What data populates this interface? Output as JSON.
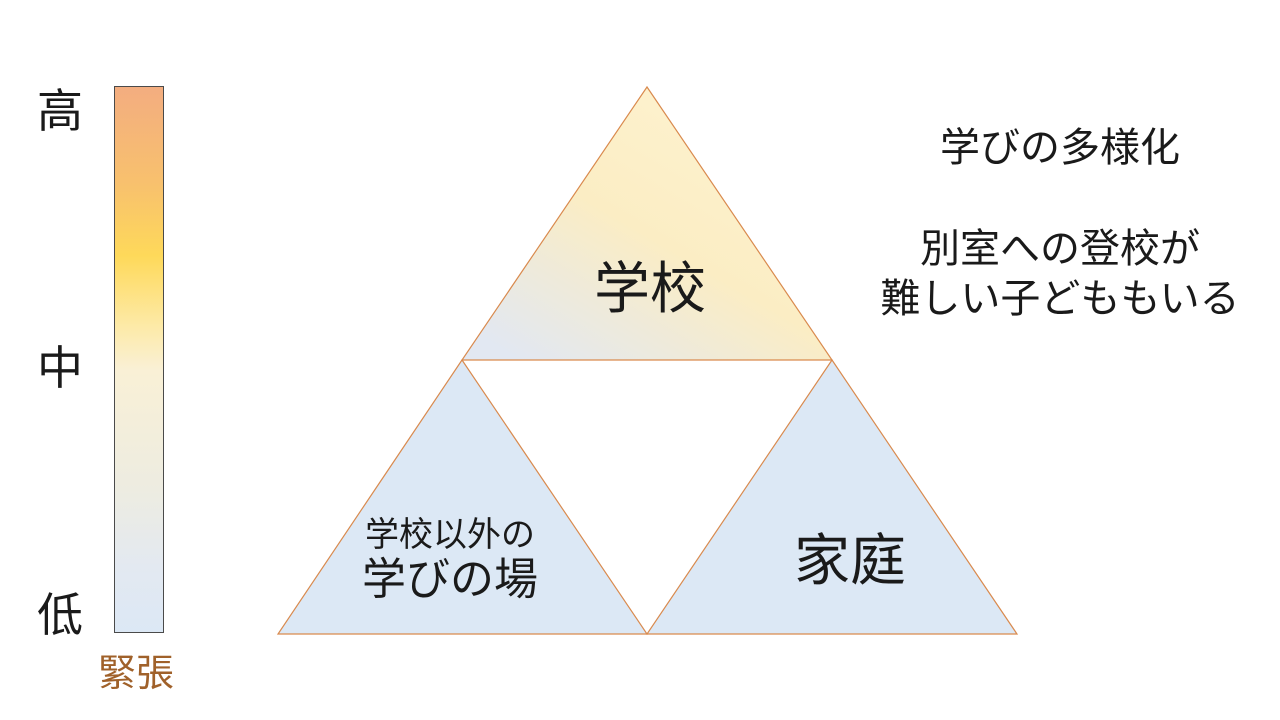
{
  "tension_scale": {
    "high_label": "高",
    "mid_label": "中",
    "low_label": "低",
    "caption": "緊張",
    "gradient_top_color": "#f3ad80",
    "gradient_mid_color": "#fed95a",
    "gradient_bottom_color": "#dce8f5"
  },
  "triangles": {
    "school": "学校",
    "home": "家庭",
    "other_line1": "学校以外の",
    "other_line2": "学びの場"
  },
  "notes": {
    "title": "学びの多様化",
    "line1": "別室への登校が",
    "line2": "難しい子どももいる"
  },
  "colors": {
    "outline": "#d98a4e",
    "fill_blue": "#dce8f5",
    "fill_yellow": "#fdefc4",
    "caption_brown": "#a0612a"
  }
}
